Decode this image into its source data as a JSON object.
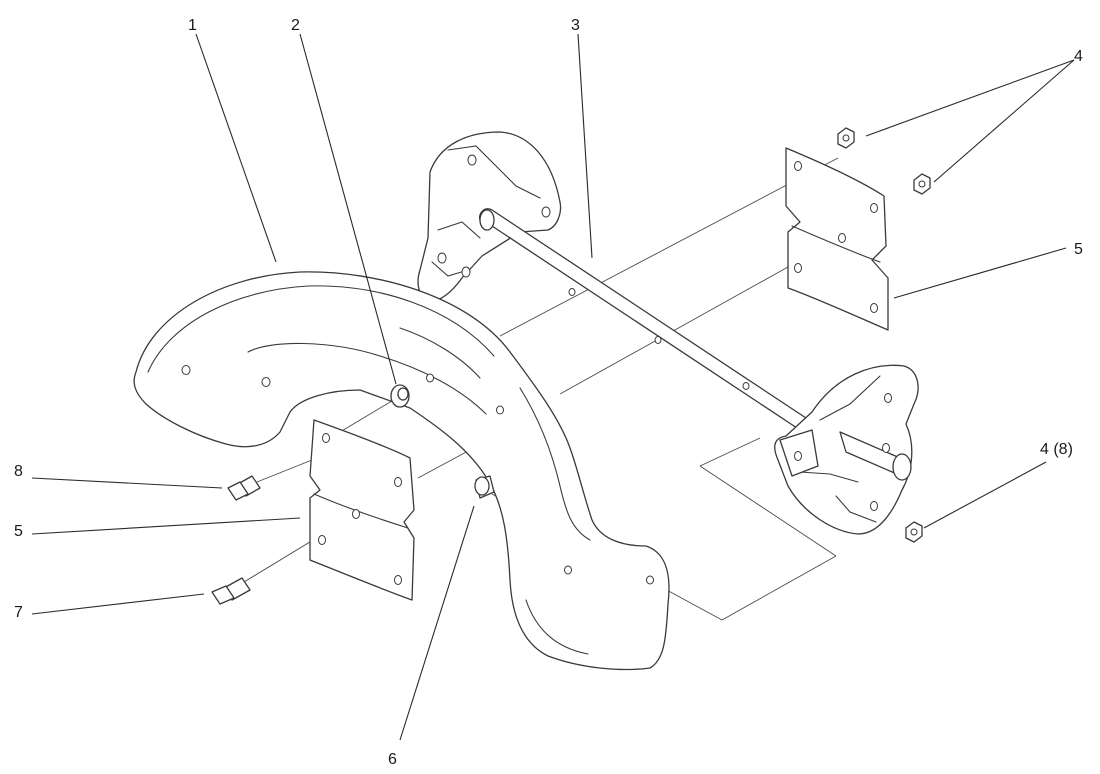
{
  "callouts": {
    "c1": "1",
    "c2": "2",
    "c3": "3",
    "c4_top": "4",
    "c5_right": "5",
    "c4_8": "4 (8)",
    "c8": "8",
    "c5_left": "5",
    "c7": "7",
    "c6": "6"
  },
  "colors": {
    "line": "#3a3a3a",
    "text": "#1a1a1a",
    "background": "#ffffff"
  }
}
